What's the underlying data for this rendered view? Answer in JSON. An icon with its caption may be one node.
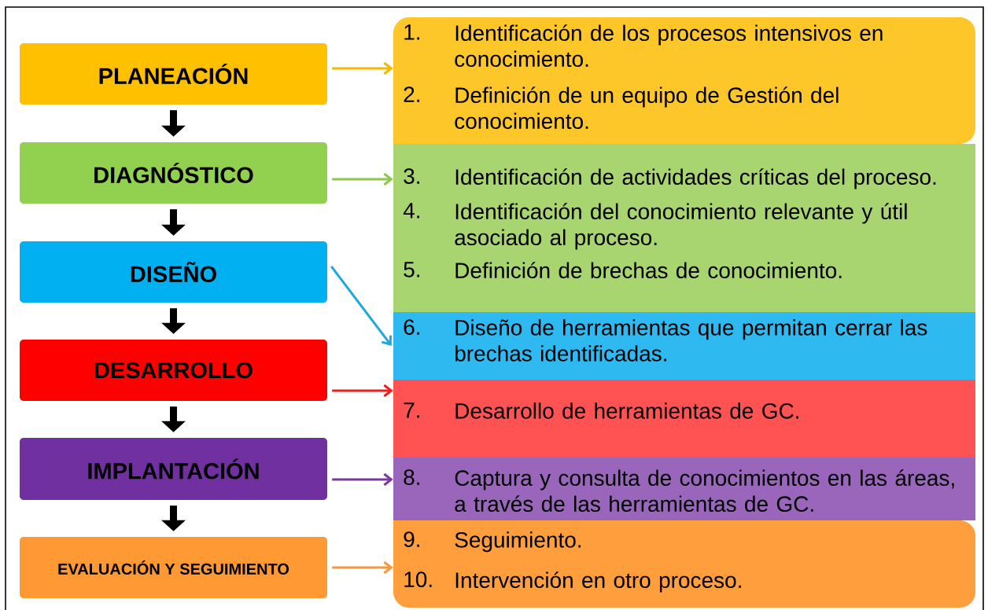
{
  "diagram": {
    "nodes": [
      {
        "text": [
          "PLANEACIÓN"
        ]
      },
      {
        "text": [
          "DIAGNÓSTICO"
        ]
      },
      {
        "text": [
          "DISEÑO"
        ]
      },
      {
        "text": [
          "DESARROLLO"
        ]
      },
      {
        "text": [
          "IMPLANTACIÓN"
        ]
      },
      {
        "text": [
          "EVALUACIÓN  Y SEGUIMIENTO"
        ]
      },
      {
        "text": [
          "1.",
          "Identificación de los procesos intensivos en conocimiento.",
          "2.",
          "Definición de un equipo de Gestión del conocimiento."
        ]
      },
      {
        "text": [
          "3.",
          "Identificación de actividades críticas del proceso.",
          "4.",
          "Identificación del conocimiento relevante y útil asociado al proceso.",
          "5.",
          "Definición de brechas de conocimiento."
        ]
      },
      {
        "text": [
          "6.",
          "Diseño de herramientas que permitan cerrar las brechas identificadas."
        ]
      },
      {
        "text": [
          "7.",
          "Desarrollo de herramientas de GC."
        ]
      },
      {
        "text": [
          "8.",
          "Captura y consulta de conocimientos en las áreas, a través de las herramientas de GC."
        ]
      },
      {
        "text": [
          "9.",
          "Seguimiento.",
          "10.",
          "Intervención en otro proceso."
        ]
      }
    ],
    "edges": [
      {
        "from": 0,
        "to": 1,
        "arrow": "to",
        "style": "thick"
      },
      {
        "from": 1,
        "to": 2,
        "arrow": "to",
        "style": "thick"
      },
      {
        "from": 2,
        "to": 3,
        "arrow": "to",
        "style": "thick"
      },
      {
        "from": 3,
        "to": 4,
        "arrow": "to",
        "style": "thick"
      },
      {
        "from": 4,
        "to": 5,
        "arrow": "to",
        "style": "thick"
      },
      {
        "from": 0,
        "to": 6,
        "arrow": "to",
        "color": "#f5b800"
      },
      {
        "from": 1,
        "to": 7,
        "arrow": "to",
        "color": "#8cc850"
      },
      {
        "from": 2,
        "to": 8,
        "arrow": "to",
        "color": "#1aa8e0"
      },
      {
        "from": 3,
        "to": 9,
        "arrow": "to",
        "color": "#ee1c1c"
      },
      {
        "from": 4,
        "to": 10,
        "arrow": "to",
        "color": "#7a3a9a"
      },
      {
        "from": 5,
        "to": 11,
        "arrow": "to",
        "color": "#f7963a"
      }
    ]
  }
}
